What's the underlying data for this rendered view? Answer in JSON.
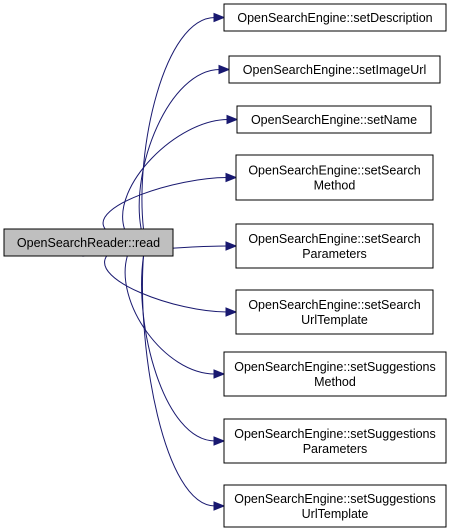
{
  "graph": {
    "edge_color": "#191970",
    "source_fill": "#bfbfbf",
    "target_fill": "#ffffff",
    "source": {
      "id": "read",
      "lines": [
        "OpenSearchReader::read"
      ]
    },
    "targets": [
      {
        "id": "setDescription",
        "lines": [
          "OpenSearchEngine::setDescription"
        ]
      },
      {
        "id": "setImageUrl",
        "lines": [
          "OpenSearchEngine::setImageUrl"
        ]
      },
      {
        "id": "setName",
        "lines": [
          "OpenSearchEngine::setName"
        ]
      },
      {
        "id": "setSearchMethod",
        "lines": [
          "OpenSearchEngine::setSearch",
          "Method"
        ]
      },
      {
        "id": "setSearchParameters",
        "lines": [
          "OpenSearchEngine::setSearch",
          "Parameters"
        ]
      },
      {
        "id": "setSearchUrlTemplate",
        "lines": [
          "OpenSearchEngine::setSearch",
          "UrlTemplate"
        ]
      },
      {
        "id": "setSuggestionsMethod",
        "lines": [
          "OpenSearchEngine::setSuggestions",
          "Method"
        ]
      },
      {
        "id": "setSuggestionsParameters",
        "lines": [
          "OpenSearchEngine::setSuggestions",
          "Parameters"
        ]
      },
      {
        "id": "setSuggestionsUrlTemplate",
        "lines": [
          "OpenSearchEngine::setSuggestions",
          "UrlTemplate"
        ]
      }
    ],
    "edges": [
      {
        "from": "read",
        "to": "setDescription"
      },
      {
        "from": "read",
        "to": "setImageUrl"
      },
      {
        "from": "read",
        "to": "setName"
      },
      {
        "from": "read",
        "to": "setSearchMethod"
      },
      {
        "from": "read",
        "to": "setSearchParameters"
      },
      {
        "from": "read",
        "to": "setSearchUrlTemplate"
      },
      {
        "from": "read",
        "to": "setSuggestionsMethod"
      },
      {
        "from": "read",
        "to": "setSuggestionsParameters"
      },
      {
        "from": "read",
        "to": "setSuggestionsUrlTemplate"
      }
    ]
  }
}
